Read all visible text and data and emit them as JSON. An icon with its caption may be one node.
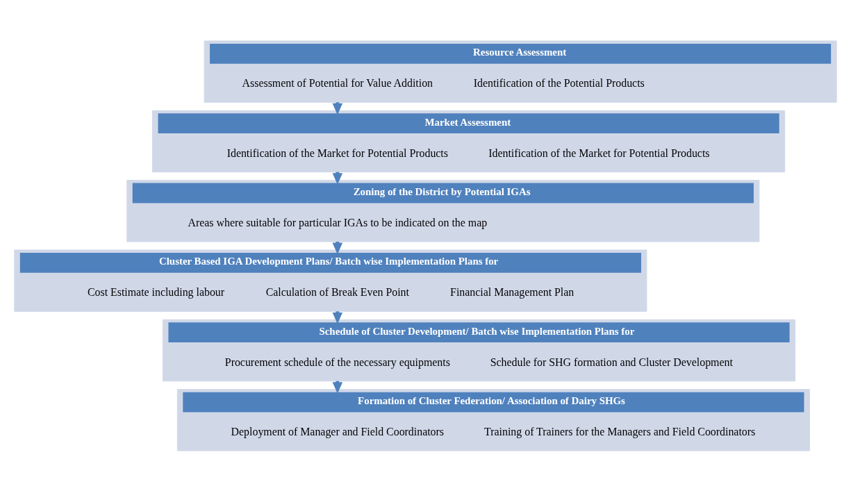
{
  "diagram": {
    "nodes": [
      {
        "text": [
          "Resource Assessment"
        ]
      },
      {
        "text": [
          "Assessment of Potential for Value Addition"
        ],
        "in": 0
      },
      {
        "text": [
          "Identification of the Potential Products"
        ],
        "in": 0
      },
      {
        "text": [
          "Market Assessment"
        ]
      },
      {
        "text": [
          "Identification of the Market for Potential Products"
        ],
        "in": 3
      },
      {
        "text": [
          "Identification of the Market for Potential Products"
        ],
        "in": 3
      },
      {
        "text": [
          "Zoning of the District by Potential IGAs"
        ]
      },
      {
        "text": [
          "Areas where suitable for particular IGAs to be indicated on the map"
        ],
        "in": 6
      },
      {
        "text": [
          "Cluster Based IGA Development Plans/ Batch wise Implementation Plans for"
        ]
      },
      {
        "text": [
          "Cost Estimate including labour"
        ],
        "in": 8
      },
      {
        "text": [
          "Calculation of Break Even Point"
        ],
        "in": 8
      },
      {
        "text": [
          "Financial Management Plan"
        ],
        "in": 8
      },
      {
        "text": [
          "Schedule of Cluster Development/ Batch wise Implementation Plans for"
        ]
      },
      {
        "text": [
          "Procurement schedule of the necessary equipments"
        ],
        "in": 12
      },
      {
        "text": [
          "Schedule for SHG formation and Cluster Development"
        ],
        "in": 12
      },
      {
        "text": [
          "Formation of Cluster Federation/ Association of Dairy SHGs"
        ]
      },
      {
        "text": [
          "Deployment of Manager and Field Coordinators"
        ],
        "in": 15
      },
      {
        "text": [
          "Training of Trainers for the Managers and Field Coordinators"
        ],
        "in": 15
      }
    ],
    "edges": [
      {
        "from": 0,
        "to": 3,
        "arrow": "to"
      },
      {
        "from": 3,
        "to": 6,
        "arrow": "to"
      },
      {
        "from": 6,
        "to": 8,
        "arrow": "to"
      },
      {
        "from": 8,
        "to": 12,
        "arrow": "to"
      },
      {
        "from": 12,
        "to": 15,
        "arrow": "to"
      }
    ]
  }
}
